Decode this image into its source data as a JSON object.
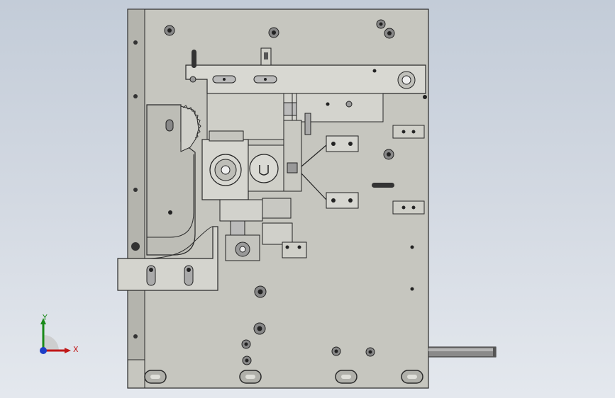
{
  "viewport": {
    "background": "#d0d7e0",
    "model_colors": {
      "plate": "#c6c6bf",
      "plate_edge": "#2a2a2a",
      "metal_light": "#dcdcd6",
      "metal_dark": "#3a3a3a",
      "shaft": "#8a8a8a"
    }
  },
  "triad": {
    "x_label": "X",
    "y_label": "Y",
    "x_color": "#c01818",
    "y_color": "#1a8a1a",
    "z_color": "#1e3ec8"
  },
  "parts": [
    {
      "id": "main-base-plate"
    },
    {
      "id": "left-side-bracket"
    },
    {
      "id": "rotary-actuator"
    },
    {
      "id": "cam-wheel"
    },
    {
      "id": "upper-lever-arm"
    },
    {
      "id": "gear-segment"
    },
    {
      "id": "output-shaft"
    },
    {
      "id": "lower-clamp-block"
    },
    {
      "id": "spring-linkage-upper"
    },
    {
      "id": "spring-linkage-lower"
    }
  ]
}
